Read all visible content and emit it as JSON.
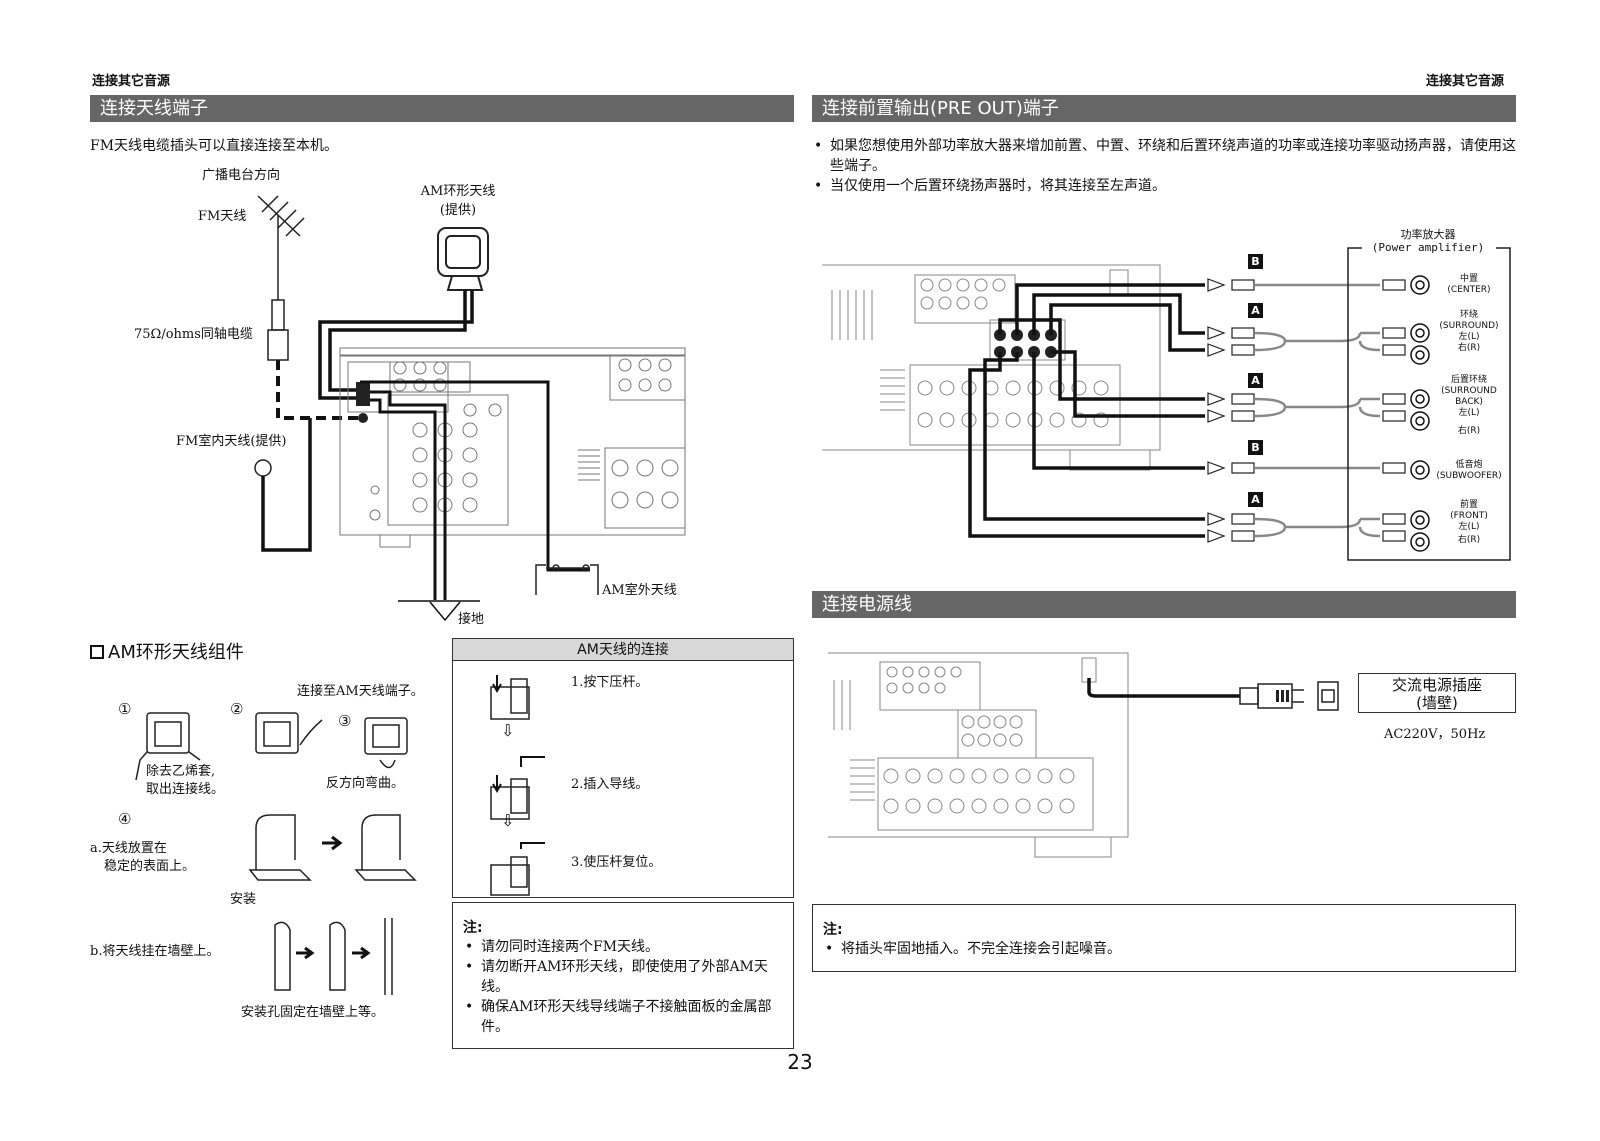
{
  "running_head_left": "连接其它音源",
  "running_head_right": "连接其它音源",
  "page_number": "23",
  "antenna": {
    "title": "连接天线端子",
    "intro": "FM天线电缆插头可以直接连接至本机。",
    "label_direction": "广播电台方向",
    "label_fm_antenna": "FM天线",
    "label_am_loop_line1": "AM环形天线",
    "label_am_loop_line2": "(提供)",
    "label_coax": "75Ω/ohms同轴电缆",
    "label_fm_indoor": "FM室内天线(提供)",
    "label_am_outdoor": "AM室外天线",
    "label_ground": "接地"
  },
  "am_assembly": {
    "title": "AM环形天线组件",
    "connect_label": "连接至AM天线端子。",
    "step1": "①",
    "step2": "②",
    "step3": "③",
    "step4": "④",
    "remove_line1": "除去乙烯套,",
    "remove_line2": "取出连接线。",
    "bend": "反方向弯曲。",
    "a_line1": "a.天线放置在",
    "a_line2": "稳定的表面上。",
    "install": "安装",
    "b_text": "b.将天线挂在墙壁上。",
    "wall_caption": "安装孔固定在墙壁上等。"
  },
  "am_connection": {
    "header": "AM天线的连接",
    "step1": "1.按下压杆。",
    "step2": "2.插入导线。",
    "step3": "3.使压杆复位。",
    "arrow": "⇩"
  },
  "antenna_note": {
    "label": "注:",
    "items": [
      "请勿同时连接两个FM天线。",
      "请勿断开AM环形天线，即使使用了外部AM天线。",
      "确保AM环形天线导线端子不接触面板的金属部件。"
    ]
  },
  "preout": {
    "title": "连接前置输出(PRE OUT)端子",
    "bullets": [
      "如果您想使用外部功率放大器来增加前置、中置、环绕和后置环绕声道的功率或连接功率驱动扬声器，请使用这些端子。",
      "当仅使用一个后置环绕扬声器时，将其连接至左声道。"
    ],
    "amp_label_line1": "功率放大器",
    "amp_label_line2": "(Power amplifier)",
    "badges": [
      "B",
      "A",
      "A",
      "B",
      "A"
    ],
    "channels": [
      {
        "name": "中置",
        "sub": "(CENTER)",
        "lr": []
      },
      {
        "name": "环绕",
        "sub": "(SURROUND)",
        "lr": [
          "左(L)",
          "右(R)"
        ]
      },
      {
        "name": "后置环绕",
        "sub": "(SURROUND BACK)",
        "lr": [
          "左(L)",
          "右(R)"
        ]
      },
      {
        "name": "低音炮",
        "sub": "(SUBWOOFER)",
        "lr": []
      },
      {
        "name": "前置",
        "sub": "(FRONT)",
        "lr": [
          "左(L)",
          "右(R)"
        ]
      }
    ]
  },
  "power": {
    "title": "连接电源线",
    "outlet_line1": "交流电源插座",
    "outlet_line2": "(墙壁)",
    "voltage": "AC220V，50Hz"
  },
  "power_note": {
    "label": "注:",
    "items": [
      "将插头牢固地插入。不完全连接会引起噪音。"
    ]
  }
}
